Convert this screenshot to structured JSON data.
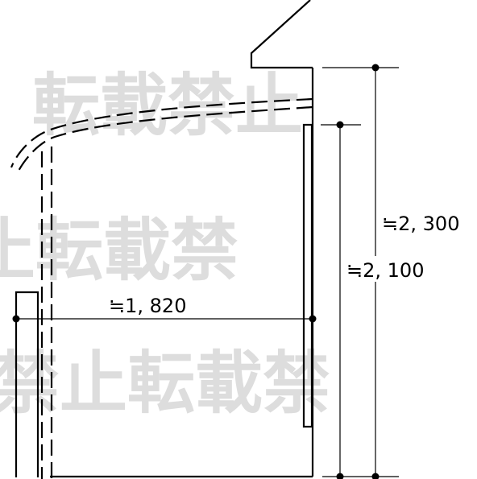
{
  "diagram": {
    "line_color": "#000000",
    "watermark_color": "#cfcfcf",
    "dimensions": {
      "overall_height": "≒2, 300",
      "opening_height": "≒2, 100",
      "width": "≒1, 820"
    },
    "watermark": {
      "row1": "転載禁止",
      "row2": "止転載禁",
      "row3": "禁止転載禁"
    }
  }
}
